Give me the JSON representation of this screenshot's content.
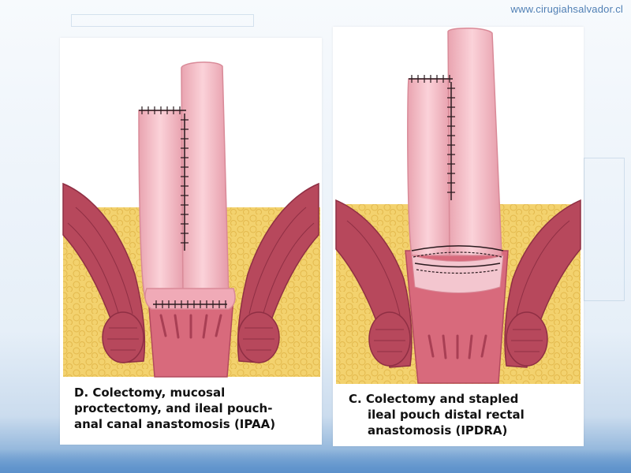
{
  "watermark": "www.cirugiahsalvador.cl",
  "panels": [
    {
      "caption_lines": [
        "D.  Colectomy, mucosal",
        "proctectomy, and ileal pouch-",
        "anal canal anastomosis (IPAA)"
      ]
    },
    {
      "caption_lines": [
        "C.  Colectomy and stapled",
        "ileal pouch distal rectal",
        "anastomosis  (IPDRA)"
      ]
    }
  ],
  "colors": {
    "bowel": "#f4b8c2",
    "bowel_edge": "#d98a98",
    "muscle": "#b7485c",
    "muscle_dark": "#8f2f44",
    "fat": "#f3d26e",
    "canal": "#d86a7c",
    "suture": "#2a1a1e"
  }
}
